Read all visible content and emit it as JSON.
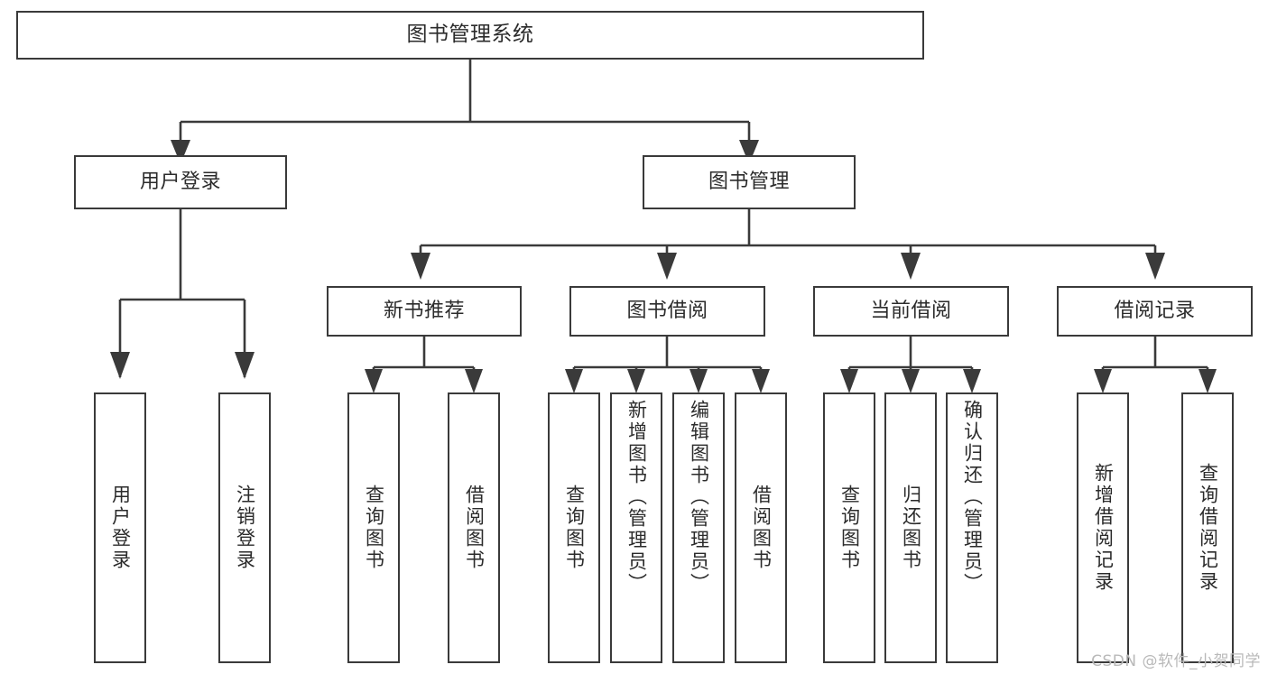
{
  "diagram": {
    "title": "图书管理系统",
    "type": "功能结构图",
    "watermark": "CSDN @软件_小贺同学",
    "colors": {
      "box_border": "#3a3a3a",
      "box_fill": "#ffffff",
      "text": "#2b2b2b",
      "connector": "#3a3a3a",
      "watermark": "#b9b9b9",
      "background": "#ffffff"
    }
  },
  "nodes": {
    "root": {
      "label": "图书管理系统",
      "level": 1
    },
    "level2": [
      {
        "id": "user-login",
        "label": "用户登录"
      },
      {
        "id": "book-manage",
        "label": "图书管理"
      }
    ],
    "level3": [
      {
        "id": "new-book-recommend",
        "label": "新书推荐"
      },
      {
        "id": "book-borrow",
        "label": "图书借阅"
      },
      {
        "id": "current-borrow",
        "label": "当前借阅"
      },
      {
        "id": "borrow-record",
        "label": "借阅记录"
      }
    ],
    "leaves": {
      "user_login": [
        {
          "id": "leaf-user-login",
          "label": "用户登录"
        },
        {
          "id": "leaf-logout-login",
          "label": "注销登录"
        }
      ],
      "new_book_recommend": [
        {
          "id": "leaf-query-book-1",
          "label": "查询图书"
        },
        {
          "id": "leaf-borrow-book-1",
          "label": "借阅图书"
        }
      ],
      "book_borrow": [
        {
          "id": "leaf-query-book-2",
          "label": "查询图书"
        },
        {
          "id": "leaf-add-book",
          "label": "新增图书（管理员）"
        },
        {
          "id": "leaf-edit-book",
          "label": "编辑图书（管理员）"
        },
        {
          "id": "leaf-borrow-book-2",
          "label": "借阅图书"
        }
      ],
      "current_borrow": [
        {
          "id": "leaf-query-book-3",
          "label": "查询图书"
        },
        {
          "id": "leaf-return-book",
          "label": "归还图书"
        },
        {
          "id": "leaf-confirm-return",
          "label": "确认归还（管理员）"
        }
      ],
      "borrow_record": [
        {
          "id": "leaf-add-borrow-record",
          "label": "新增借阅记录"
        },
        {
          "id": "leaf-query-borrow-record",
          "label": "查询借阅记录"
        }
      ]
    }
  },
  "tree_structure": {
    "图书管理系统": {
      "用户登录": [
        "用户登录",
        "注销登录"
      ],
      "图书管理": {
        "新书推荐": [
          "查询图书",
          "借阅图书"
        ],
        "图书借阅": [
          "查询图书",
          "新增图书（管理员）",
          "编辑图书（管理员）",
          "借阅图书"
        ],
        "当前借阅": [
          "查询图书",
          "归还图书",
          "确认归还（管理员）"
        ],
        "借阅记录": [
          "新增借阅记录",
          "查询借阅记录"
        ]
      }
    }
  }
}
